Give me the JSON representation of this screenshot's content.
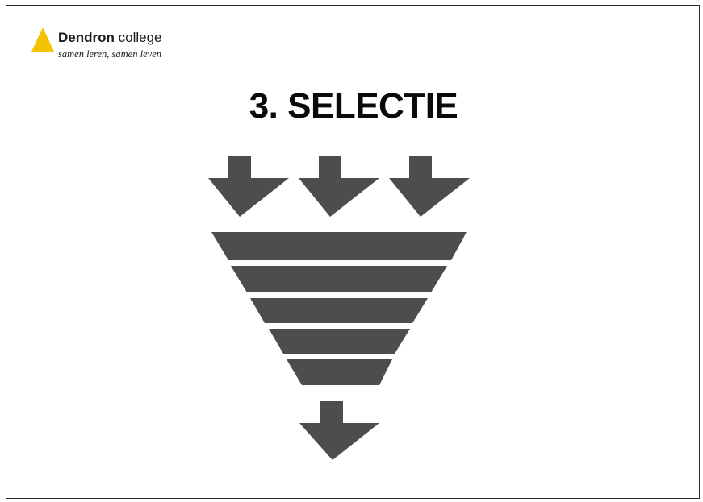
{
  "logo": {
    "name_bold": "Dendron",
    "name_regular": " college",
    "tagline": "samen leren, samen leven",
    "accent_color": "#f5c400"
  },
  "slide": {
    "title": "3. SELECTIE"
  },
  "graphic": {
    "icon": "funnel-selection-icon",
    "color": "#4d4d4d"
  }
}
